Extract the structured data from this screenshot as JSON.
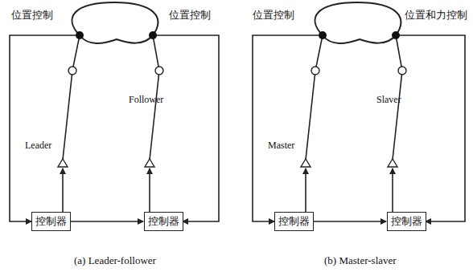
{
  "diagram": {
    "nodes": [
      {
        "text": [
          "控制器"
        ]
      },
      {
        "text": [
          "控制器"
        ]
      },
      {
        "text": [
          "控制器"
        ]
      },
      {
        "text": [
          "控制器"
        ]
      }
    ],
    "edges": [
      {
        "from": 0,
        "to": 1,
        "arrow": "to"
      },
      {
        "from": 2,
        "to": 3,
        "arrow": "to"
      }
    ],
    "labels": [
      "位置控制",
      "位置控制",
      "Leader",
      "Follower",
      "位置控制",
      "位置和力控制",
      "Master",
      "Slaver",
      "(a) Leader-follower",
      "(b) Master-slaver"
    ]
  }
}
